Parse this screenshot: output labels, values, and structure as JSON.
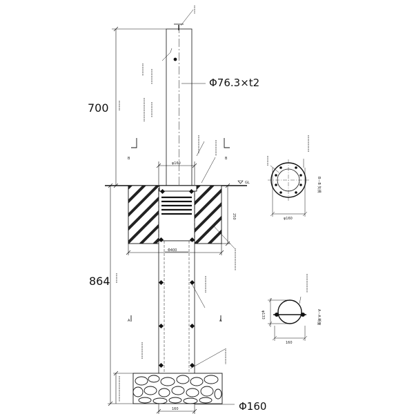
{
  "dimensions": {
    "above_ground_height": "700",
    "below_ground_depth": "864",
    "post_spec": "Φ76.3×t2",
    "base_diameter": "Φ160"
  },
  "small_labels": {
    "section_b": "B",
    "section_a": "A",
    "gl": "GL",
    "phi160_top": "φ160",
    "phi400": "Φ400",
    "phi160_section": "φ160",
    "width_160_section": "160",
    "width_160_bottom": "160",
    "phi133": "φ133",
    "depth_250": "250",
    "section_bb": "B－B 矢視",
    "section_aa": "A－A 断面"
  }
}
